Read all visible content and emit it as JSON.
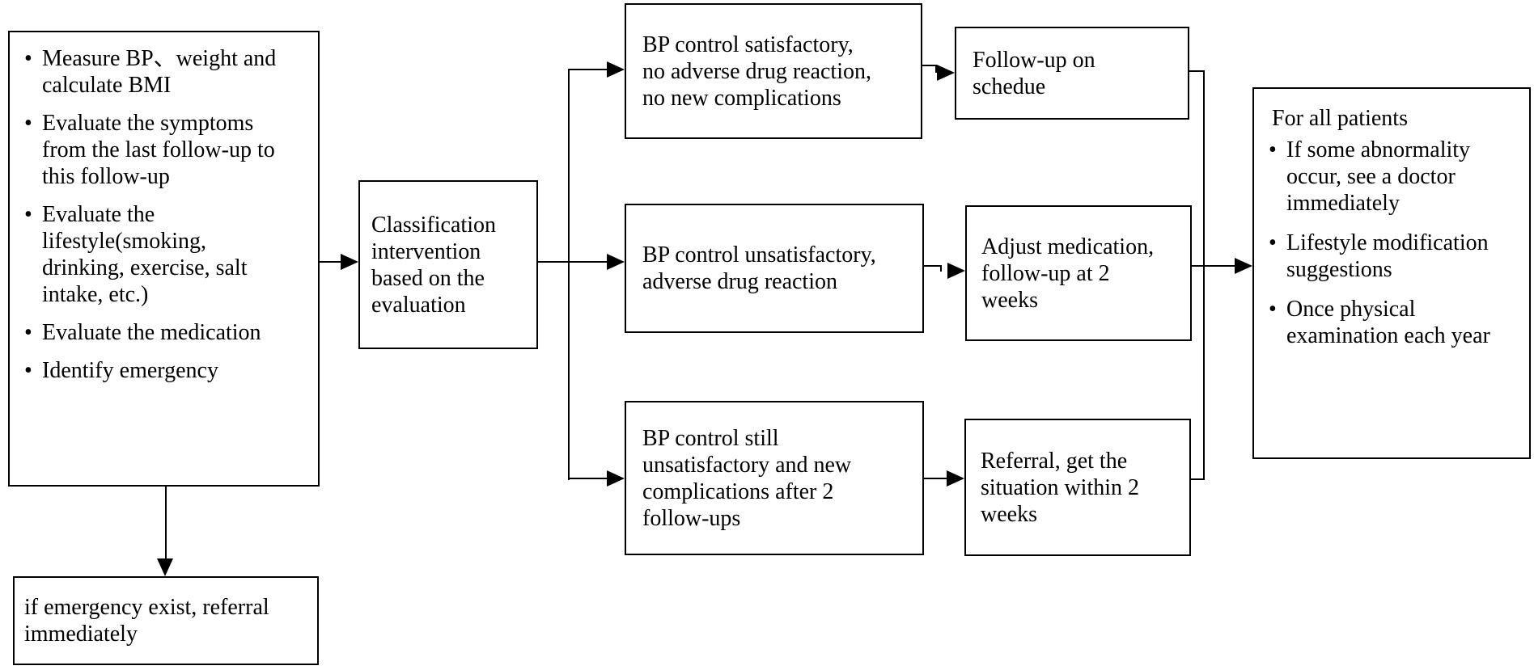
{
  "diagram": {
    "type": "flowchart",
    "colors": {
      "line": "#000000",
      "background": "#ffffff",
      "box_fill": "#ffffff",
      "text": "#000000"
    },
    "glyphs": {
      "bullet": "•"
    }
  },
  "nodes": {
    "evaluation": {
      "items": [
        "Measure BP、weight and\ncalculate BMI",
        "Evaluate the symptoms\nfrom the last follow-up to\nthis follow-up",
        "Evaluate the\nlifestyle(smoking,\ndrinking, exercise, salt\nintake, etc.)",
        "Evaluate the medication",
        "Identify emergency"
      ]
    },
    "emergency": {
      "text": "if emergency exist, referral\nimmediately"
    },
    "classification": {
      "text": "Classification\nintervention\nbased on the\nevaluation"
    },
    "satisfactory": {
      "text": "BP control satisfactory,\nno adverse drug reaction,\nno new complications"
    },
    "followup_on_schedule": {
      "text": "Follow-up on\nschedue"
    },
    "unsatisfactory": {
      "text": "BP control unsatisfactory,\nadverse drug reaction"
    },
    "adjust_medication": {
      "text": "Adjust medication,\nfollow-up at 2\nweeks"
    },
    "still_unsatisfactory": {
      "text": "BP control still\nunsatisfactory and new\ncomplications after 2\nfollow-ups"
    },
    "referral": {
      "text": "Referral, get the\nsituation within 2\nweeks"
    },
    "all_patients": {
      "heading": "For all patients",
      "items": [
        "If some abnormality\noccur, see a doctor\nimmediately",
        "Lifestyle modification\nsuggestions",
        "Once physical\nexamination each year"
      ]
    }
  }
}
